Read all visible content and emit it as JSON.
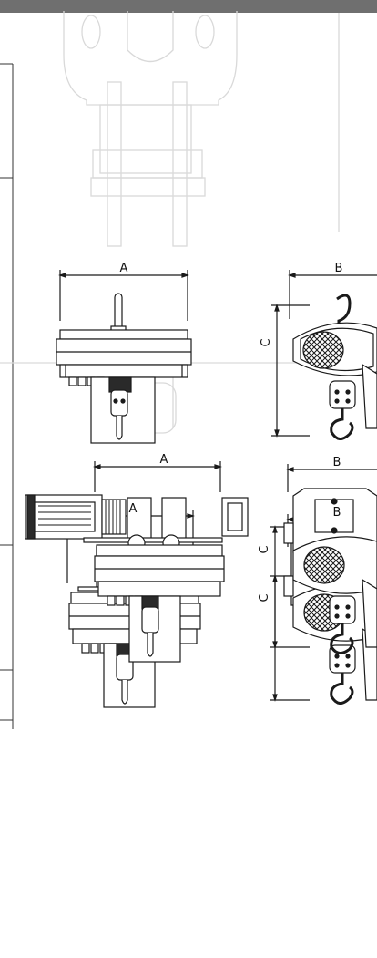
{
  "colors": {
    "top_bar": "#6f6f6f",
    "line": "#1a1a1a",
    "ghost": "#d8d8d8",
    "body_fill": "#ffffff",
    "dark_fill": "#2a2a2a",
    "mesh_fill": "#e6e6e6"
  },
  "dimension_labels": {
    "width_a": "A",
    "width_b": "B",
    "height_c": "C"
  },
  "rows": [
    {
      "front_label": "A",
      "side_width_label": "B",
      "side_height_label": "C"
    },
    {
      "front_label": "A",
      "side_width_label": "B",
      "side_height_label": "C"
    },
    {
      "front_label": "A",
      "side_width_label": "B",
      "side_height_label": "C"
    }
  ]
}
